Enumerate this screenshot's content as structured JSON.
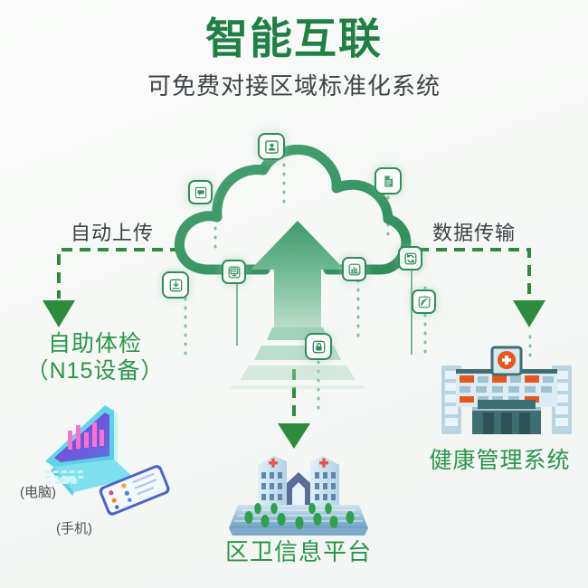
{
  "header": {
    "title": "智能互联",
    "subtitle": "可免费对接区域标准化系统",
    "title_color": "#1e8043",
    "subtitle_color": "#3d4347"
  },
  "flow_labels": {
    "left": "自动上传",
    "right": "数据传输"
  },
  "nodes": {
    "left": {
      "caption": "自助体检\n（N15设备）",
      "caption_line1": "自助体检",
      "caption_line2": "（N15设备）",
      "device_pc_label": "(电脑)",
      "device_mobile_label": "(手机)"
    },
    "center": {
      "caption": "区卫信息平台"
    },
    "right": {
      "caption": "健康管理系统"
    }
  },
  "cloud": {
    "icons": [
      {
        "name": "user-icon",
        "position": "top"
      },
      {
        "name": "document-icon",
        "position": "upper-right"
      },
      {
        "name": "message-icon",
        "position": "upper-left"
      },
      {
        "name": "sync-icon",
        "position": "right"
      },
      {
        "name": "download-icon",
        "position": "left"
      },
      {
        "name": "monitor-icon",
        "position": "inner-left"
      },
      {
        "name": "bar-chart-icon",
        "position": "inner-right"
      },
      {
        "name": "wifi-signal-icon",
        "position": "lower-right"
      },
      {
        "name": "lock-icon",
        "position": "bottom"
      }
    ],
    "arrow_direction": "up",
    "accent_color": "#2f8d5b"
  },
  "colors": {
    "green_accent": "#2a9648",
    "dash_green": "#2e8b3d",
    "cloud_green": "#3d9b6b",
    "laptop_cyan": "#5fd8e8",
    "laptop_screen": "#8b4fd9",
    "hospital_blue": "#8fb8d8",
    "hospital_teal": "#3f6e72",
    "hospital_orange": "#e8561e",
    "cross_red": "#e8544a",
    "background": "#f6f8f6"
  }
}
